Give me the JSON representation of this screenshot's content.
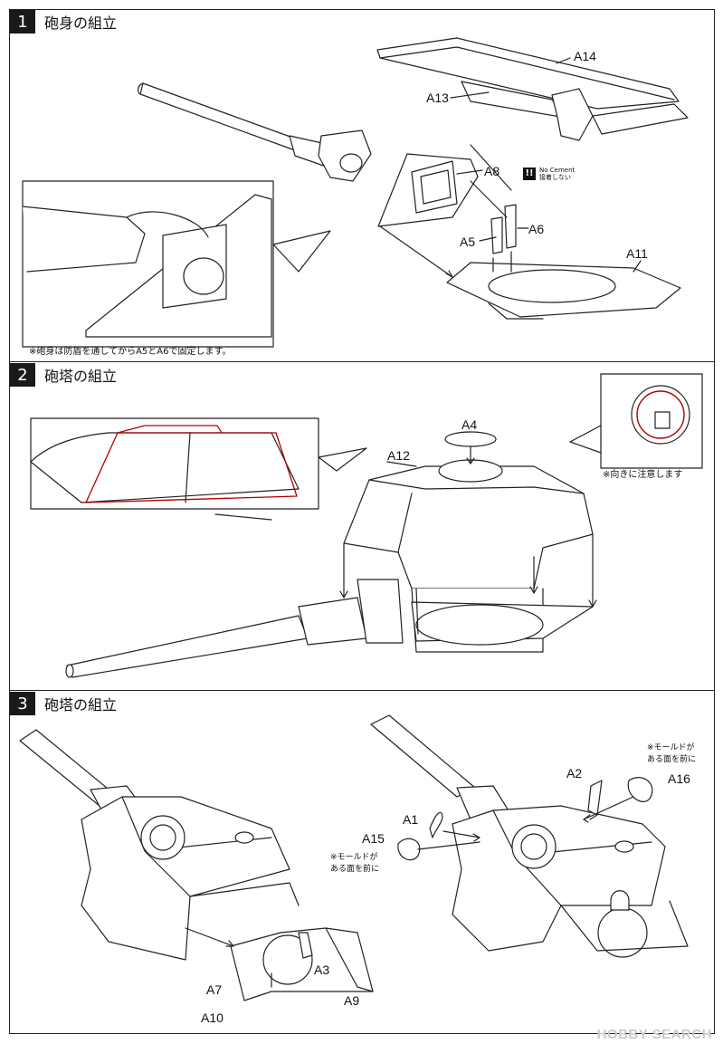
{
  "steps": [
    {
      "number": "1",
      "title": "砲身の組立"
    },
    {
      "number": "2",
      "title": "砲塔の組立"
    },
    {
      "number": "3",
      "title": "砲塔の組立"
    }
  ],
  "step1": {
    "labels": {
      "a14": "A14",
      "a13": "A13",
      "a8": "A8",
      "a5": "A5",
      "a6": "A6",
      "a11": "A11"
    },
    "no_cement": {
      "icon": "!!",
      "line1": "No Cement",
      "line2": "接着しない"
    },
    "note": "※砲身は防盾を通してからA5とA6で固定します。"
  },
  "step2": {
    "labels": {
      "a4": "A4",
      "a12": "A12"
    },
    "note": "※向きに注意します"
  },
  "step3": {
    "labels": {
      "a3": "A3",
      "a7": "A7",
      "a9": "A9",
      "a10": "A10",
      "a1": "A1",
      "a2": "A2",
      "a15": "A15",
      "a16": "A16"
    },
    "note_a15": [
      "※モールドが",
      "ある面を前に"
    ],
    "note_a16": [
      "※モールドが",
      "ある面を前に"
    ]
  },
  "watermark": "HOBBY SEARCH"
}
